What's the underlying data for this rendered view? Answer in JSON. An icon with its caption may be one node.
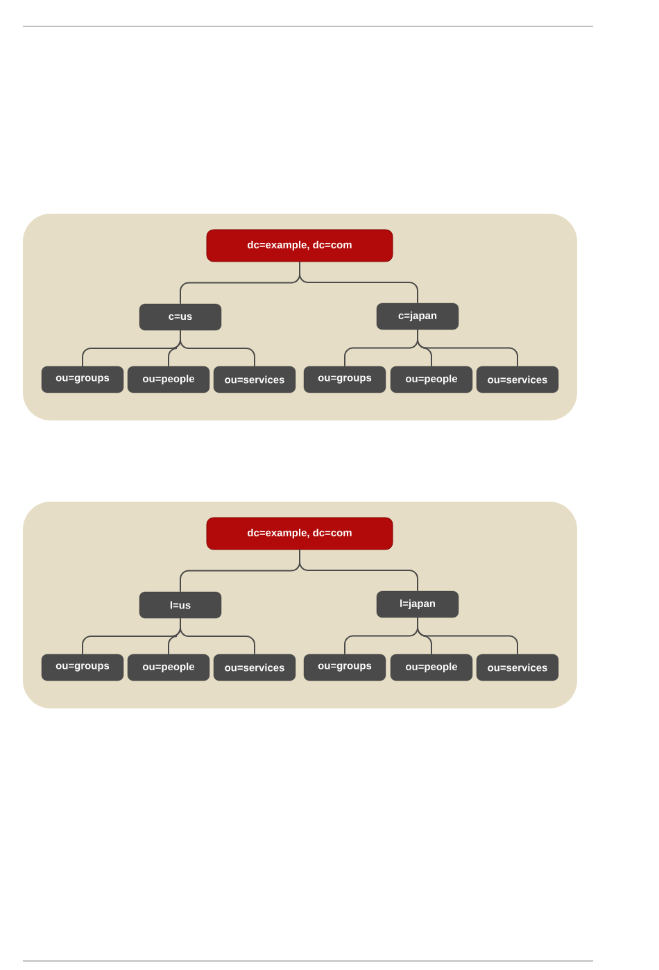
{
  "diagram": {
    "nodes": [
      {
        "text": [],
        "shape": "box"
      },
      {
        "text": [
          "dc=example, dc=com"
        ],
        "in": 0
      },
      {
        "text": [
          "c=us"
        ],
        "in": 0
      },
      {
        "text": [
          "c=japan"
        ],
        "in": 0
      },
      {
        "text": [
          "ou=groups"
        ],
        "in": 0
      },
      {
        "text": [
          "ou=people"
        ],
        "in": 0
      },
      {
        "text": [
          "ou=services"
        ],
        "in": 0
      },
      {
        "text": [
          "ou=groups"
        ],
        "in": 0
      },
      {
        "text": [
          "ou=people"
        ],
        "in": 0
      },
      {
        "text": [
          "ou=services"
        ],
        "in": 0
      },
      {
        "text": [],
        "shape": "box"
      },
      {
        "text": [
          "dc=example, dc=com"
        ],
        "in": 10
      },
      {
        "text": [
          "l=us"
        ],
        "in": 10
      },
      {
        "text": [
          "l=japan"
        ],
        "in": 10
      },
      {
        "text": [
          "ou=groups"
        ],
        "in": 10
      },
      {
        "text": [
          "ou=people"
        ],
        "in": 10
      },
      {
        "text": [
          "ou=services"
        ],
        "in": 10
      },
      {
        "text": [
          "ou=groups"
        ],
        "in": 10
      },
      {
        "text": [
          "ou=people"
        ],
        "in": 10
      },
      {
        "text": [
          "ou=services"
        ],
        "in": 10
      }
    ],
    "edges": [
      {
        "from": 1,
        "to": 2,
        "arrow": "none"
      },
      {
        "from": 1,
        "to": 3,
        "arrow": "none"
      },
      {
        "from": 2,
        "to": 4,
        "arrow": "none"
      },
      {
        "from": 2,
        "to": 5,
        "arrow": "none"
      },
      {
        "from": 2,
        "to": 6,
        "arrow": "none"
      },
      {
        "from": 3,
        "to": 7,
        "arrow": "none"
      },
      {
        "from": 3,
        "to": 8,
        "arrow": "none"
      },
      {
        "from": 3,
        "to": 9,
        "arrow": "none"
      },
      {
        "from": 11,
        "to": 12,
        "arrow": "none"
      },
      {
        "from": 11,
        "to": 13,
        "arrow": "none"
      },
      {
        "from": 12,
        "to": 14,
        "arrow": "none"
      },
      {
        "from": 12,
        "to": 15,
        "arrow": "none"
      },
      {
        "from": 12,
        "to": 16,
        "arrow": "none"
      },
      {
        "from": 13,
        "to": 17,
        "arrow": "none"
      },
      {
        "from": 13,
        "to": 18,
        "arrow": "none"
      },
      {
        "from": 13,
        "to": 19,
        "arrow": "none"
      }
    ]
  }
}
